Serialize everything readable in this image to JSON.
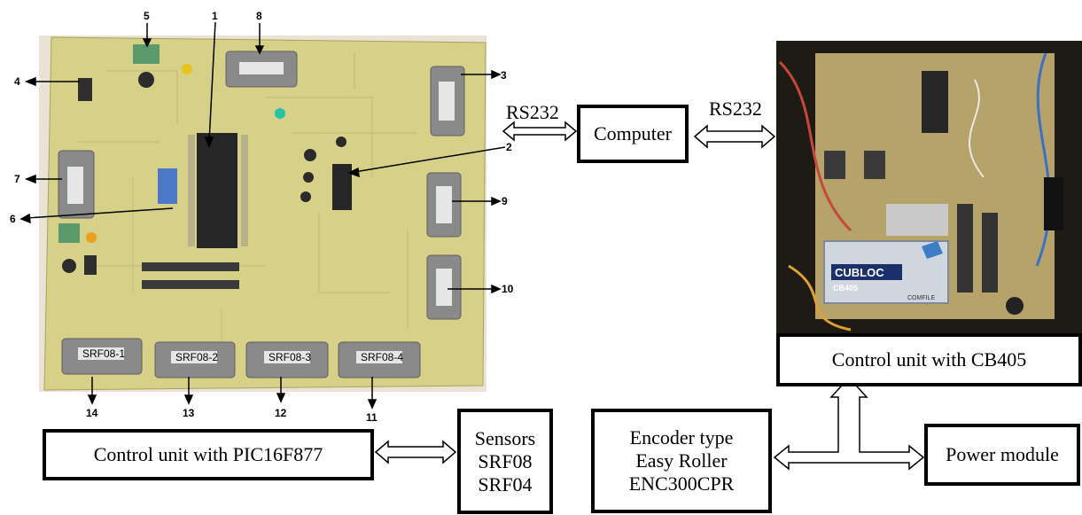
{
  "photo_left": {
    "callouts": [
      "1",
      "2",
      "3",
      "4",
      "5",
      "6",
      "7",
      "8",
      "9",
      "10",
      "11",
      "12",
      "13",
      "14"
    ],
    "connector_labels": [
      "SRF08-1",
      "SRF08-2",
      "SRF08-3",
      "SRF08-4"
    ]
  },
  "photo_right": {
    "module_brand": "CUBLOC",
    "module_model": "CB405",
    "module_maker": "COMFILE"
  },
  "links": {
    "left_rs232": "RS232",
    "right_rs232": "RS232"
  },
  "boxes": {
    "computer": "Computer",
    "control_cb405": "Control unit with CB405",
    "control_pic": "Control unit with PIC16F877",
    "sensors": "Sensors\nSRF08\nSRF04",
    "encoder": "Encoder type\nEasy Roller\nENC300CPR",
    "power": "Power module"
  },
  "colors": {
    "pcb": "#d6d089",
    "pcb_dark": "#bfb870",
    "connector": "#8a8a8a",
    "chip": "#2a2a2a",
    "right_photo_bg": "#1e1b14"
  }
}
